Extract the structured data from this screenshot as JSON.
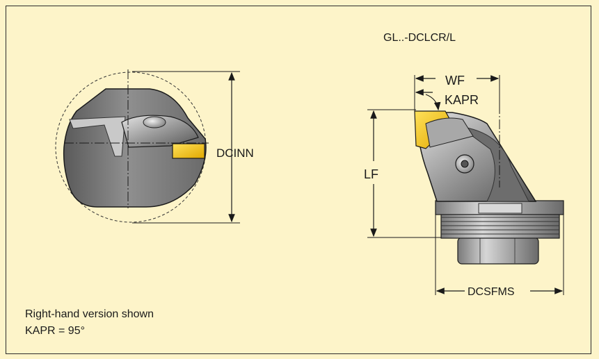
{
  "title": "GL..-DCLCR/L",
  "labels": {
    "dcinn": "DCINN",
    "wf": "WF",
    "kapr": "KAPR",
    "lf": "LF",
    "dcsfms": "DCSFMS"
  },
  "notes": {
    "line1": "Right-hand version shown",
    "line2": "KAPR = 95°"
  },
  "colors": {
    "background": "#fdf4c9",
    "insert": "#f7c600",
    "body_dark": "#5f5f5f",
    "body_light": "#bdbdbd"
  }
}
